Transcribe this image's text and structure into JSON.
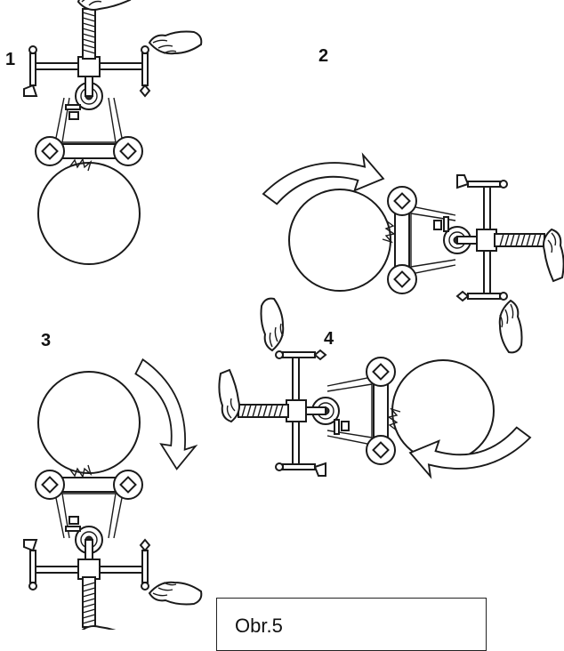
{
  "steps": [
    {
      "number": "1"
    },
    {
      "number": "2"
    },
    {
      "number": "3"
    },
    {
      "number": "4"
    }
  ],
  "caption": {
    "text": "Obr.5"
  }
}
